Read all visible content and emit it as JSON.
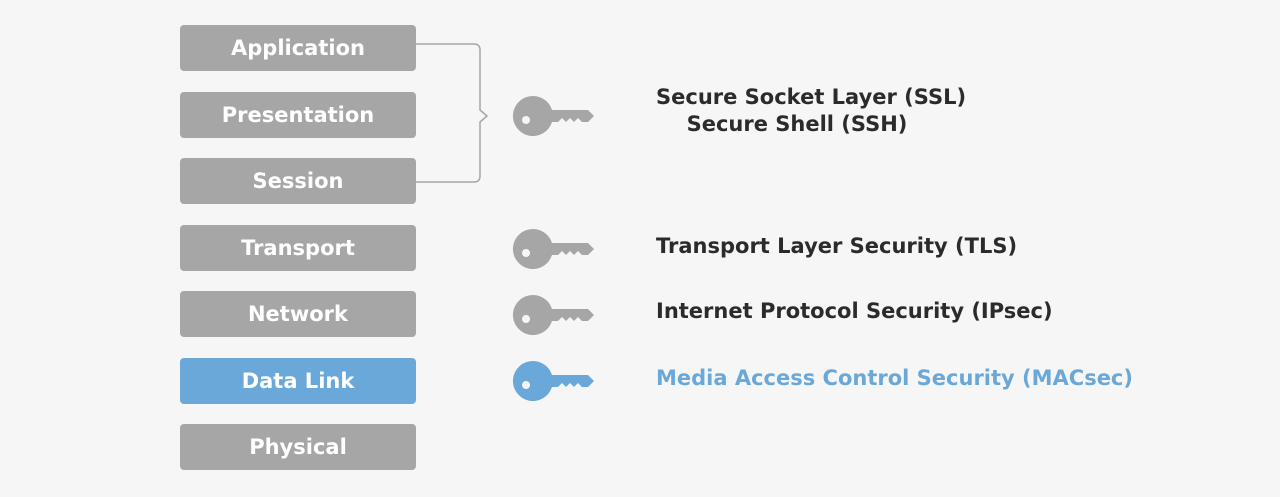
{
  "layers": [
    {
      "label": "Application"
    },
    {
      "label": "Presentation"
    },
    {
      "label": "Session"
    },
    {
      "label": "Transport"
    },
    {
      "label": "Network"
    },
    {
      "label": "Data Link"
    },
    {
      "label": "Physical"
    }
  ],
  "protocols": {
    "upper": {
      "line1": "Secure Socket Layer (SSL)",
      "line2": "Secure Shell (SSH)"
    },
    "transport": "Transport Layer Security (TLS)",
    "network": "Internet Protocol Security (IPsec)",
    "datalink": "Media Access Control Security (MACsec)"
  },
  "colors": {
    "layer": "#a6a6a6",
    "highlight": "#6aa8d9",
    "text": "#2b2b2b",
    "key_gray": "#a6a6a6",
    "key_blue": "#6aa8d9"
  },
  "icons": [
    "key-icon"
  ]
}
